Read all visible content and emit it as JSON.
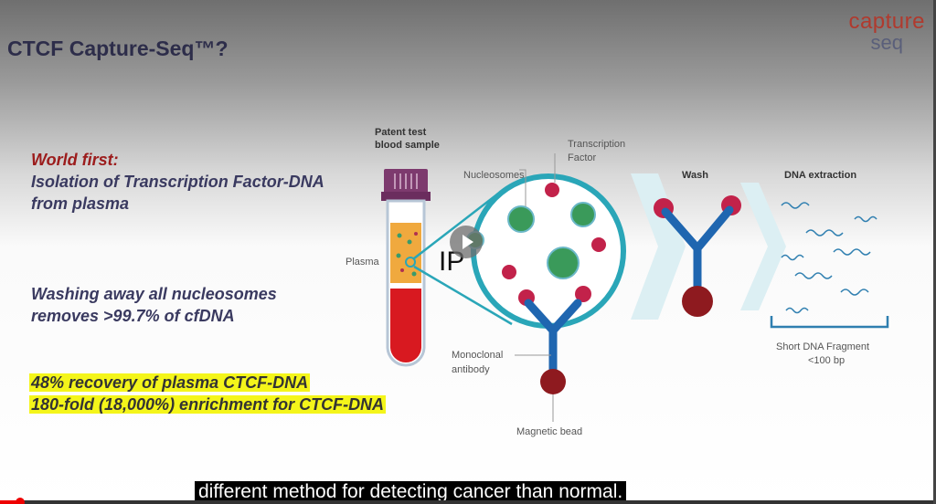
{
  "slide": {
    "title": "CTCF Capture-Seq™?",
    "logo": {
      "line1": "capture",
      "line2": "seq"
    },
    "bullets": {
      "world_first": "World first:",
      "isolation_1": "Isolation of Transcription Factor-DNA",
      "isolation_2": "from plasma",
      "washing_1": "Washing away all nucleosomes",
      "washing_2": "removes >99.7% of cfDNA",
      "recovery": "48% recovery of plasma CTCF-DNA",
      "enrichment": "180-fold (18,000%) enrichment for CTCF-DNA"
    },
    "diagram": {
      "sample_1": "Patent test",
      "sample_2": "blood sample",
      "plasma": "Plasma",
      "ip": "IP",
      "nucleosomes": "Nucleosomes",
      "tf_1": "Transcription",
      "tf_2": "Factor",
      "antibody_1": "Monoclonal",
      "antibody_2": "antibody",
      "bead": "Magnetic bead",
      "wash": "Wash",
      "extraction": "DNA extraction",
      "fragment_1": "Short DNA Fragment",
      "fragment_2": "<100 bp"
    }
  },
  "player": {
    "subtitle": "different method for detecting cancer than normal.",
    "progress_percent": 2
  },
  "colors": {
    "title": "#2d2d4a",
    "highlight": "#f4f51a",
    "accent_red": "#9c1c1c",
    "circle": "#2aa6b8"
  }
}
